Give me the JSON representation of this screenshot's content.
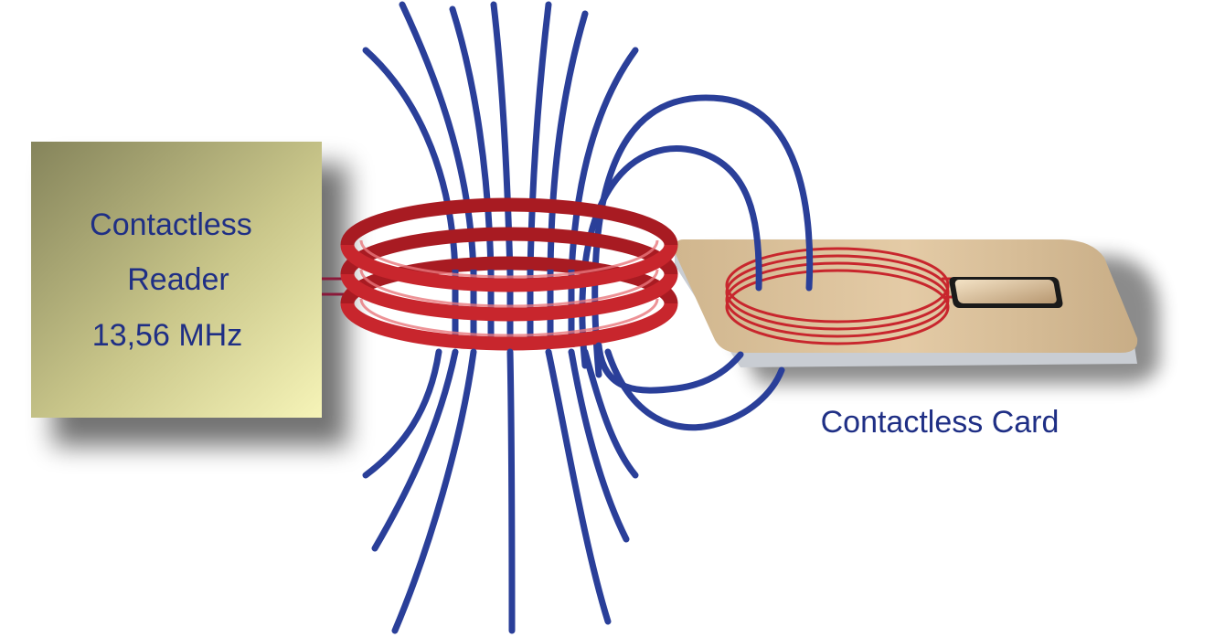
{
  "reader": {
    "line1": "Contactless",
    "line2": "Reader",
    "frequency": "13,56 MHz"
  },
  "card": {
    "label": "Contactless Card"
  },
  "colors": {
    "field_lines": "#2a3f99",
    "coil": "#c8262d",
    "text": "#1f2f85",
    "reader_box_dark": "#8a8a62",
    "reader_box_light": "#f5f3b6",
    "card_face": "#d9c09a",
    "card_edge": "#c9cdd3"
  }
}
